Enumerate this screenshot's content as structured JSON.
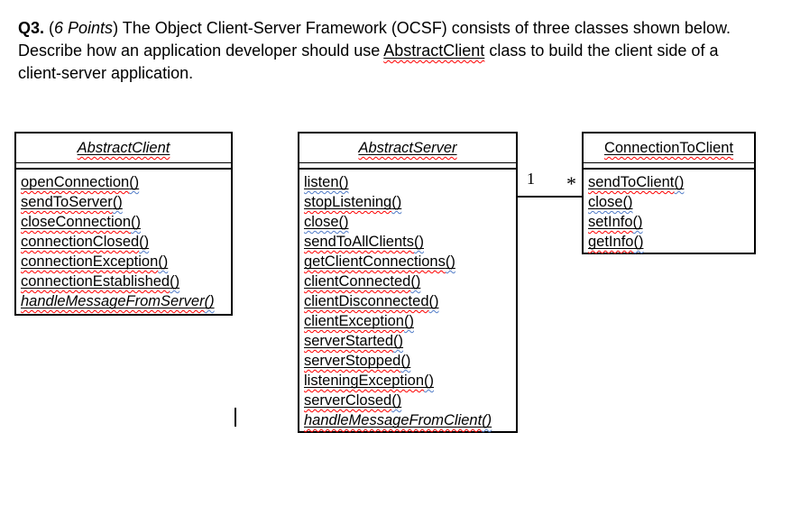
{
  "colors": {
    "ink": "#000000",
    "spell_red": "#ff0000",
    "spell_blue": "#4e7ac7",
    "page_background": "#ffffff"
  },
  "question": {
    "segments": [
      {
        "text": "Q3.",
        "bold": true
      },
      {
        "text": " ("
      },
      {
        "text": "6 Points",
        "italic": true
      },
      {
        "text": ") The Object Client-Server Framework (OCSF) consists of three classes shown below. Describe how an application developer should use "
      },
      {
        "text": "AbstractClient",
        "underline": true,
        "spell": "red"
      },
      {
        "text": " class to build the client side of a client-server application."
      }
    ]
  },
  "diagram": {
    "parens": "()",
    "classes": [
      {
        "id": "abstract-client",
        "title": "AbstractClient",
        "title_italic": true,
        "methods": [
          {
            "name": "openConnection",
            "spell": "red"
          },
          {
            "name": "sendToServer",
            "spell": "red"
          },
          {
            "name": "closeConnection",
            "spell": "red"
          },
          {
            "name": "connectionClosed",
            "spell": "red"
          },
          {
            "name": "connectionException",
            "spell": "red"
          },
          {
            "name": "connectionEstablished",
            "spell": "red"
          },
          {
            "name": "handleMessageFromServer",
            "spell": "red",
            "italic": true
          }
        ]
      },
      {
        "id": "abstract-server",
        "title": "AbstractServer",
        "title_italic": true,
        "methods": [
          {
            "name": "listen",
            "spell": "blue"
          },
          {
            "name": "stopListening",
            "spell": "red"
          },
          {
            "name": "close",
            "spell": "blue"
          },
          {
            "name": "sendToAllClients",
            "spell": "red"
          },
          {
            "name": "getClientConnections",
            "spell": "red"
          },
          {
            "name": "clientConnected",
            "spell": "red"
          },
          {
            "name": "clientDisconnected",
            "spell": "red"
          },
          {
            "name": "clientException",
            "spell": "red"
          },
          {
            "name": "serverStarted",
            "spell": "red"
          },
          {
            "name": "serverStopped",
            "spell": "red"
          },
          {
            "name": "listeningException",
            "spell": "red"
          },
          {
            "name": "serverClosed",
            "spell": "red"
          },
          {
            "name": "handleMessageFromClient",
            "spell": "red",
            "italic": true
          }
        ]
      },
      {
        "id": "connection-to-client",
        "title": "ConnectionToClient",
        "title_italic": false,
        "methods": [
          {
            "name": "sendToClient",
            "spell": "red"
          },
          {
            "name": "close",
            "spell": "blue"
          },
          {
            "name": "setInfo",
            "spell": "red"
          },
          {
            "name": "getInfo",
            "spell": "red"
          }
        ]
      }
    ],
    "association": {
      "left_multiplicity": "1",
      "right_multiplicity": "*"
    }
  }
}
